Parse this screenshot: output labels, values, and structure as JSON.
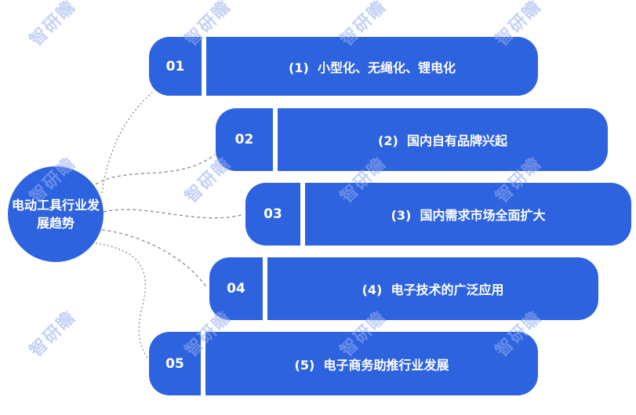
{
  "title": "电动工具行业发展趋势",
  "colors": {
    "primary": "#2E63DF",
    "text_on_primary": "#FFFFFF",
    "watermark": "#96AFF0",
    "connector": "#8A8A8A",
    "background": "#FFFFFF"
  },
  "watermark": {
    "text": "智研瞻"
  },
  "center_node": {
    "lines": [
      "电动工具行业发",
      "展趋势"
    ]
  },
  "items": [
    {
      "num": "01",
      "label": "(1)  小型化、无绳化、锂电化"
    },
    {
      "num": "02",
      "label": "(2)  国内自有品牌兴起"
    },
    {
      "num": "03",
      "label": "(3)  国内需求市场全面扩大"
    },
    {
      "num": "04",
      "label": "(4)  电子技术的广泛应用"
    },
    {
      "num": "05",
      "label": "(5)  电子商务助推行业发展"
    }
  ]
}
